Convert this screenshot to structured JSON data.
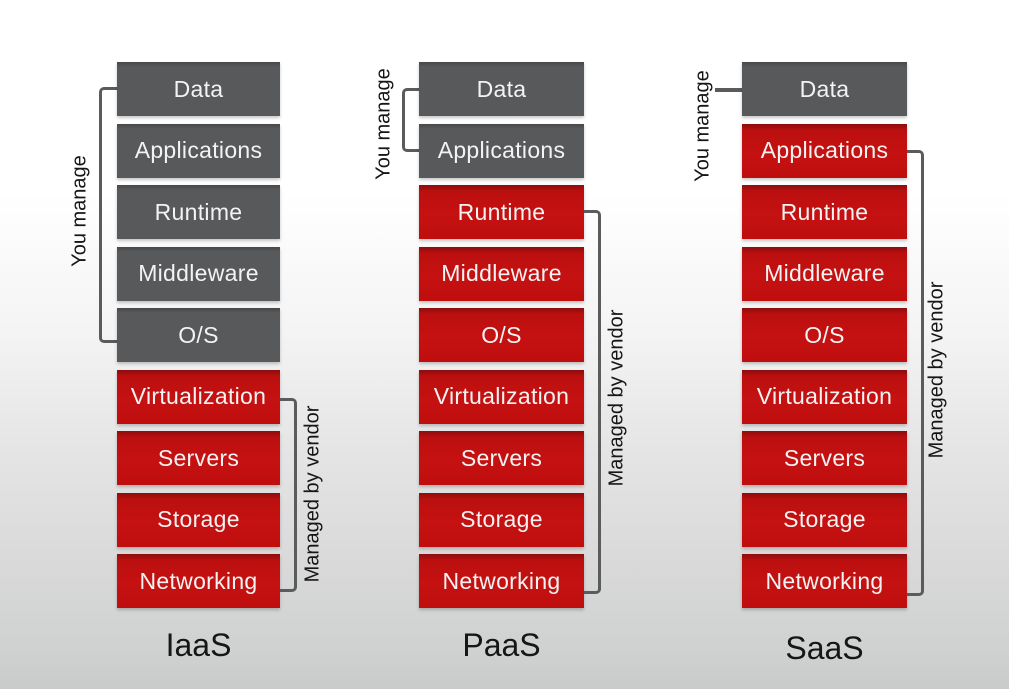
{
  "colors": {
    "gray_box": "#58595b",
    "red_box": "#c51111",
    "box_text": "#f3f3f3",
    "bracket": "#5a5b5d",
    "label_text": "#161616"
  },
  "columns": [
    {
      "label": "IaaS",
      "you_manage_label": "You manage",
      "vendor_label": "Managed by vendor",
      "layers": [
        {
          "label": "Data",
          "managed_by": "you"
        },
        {
          "label": "Applications",
          "managed_by": "you"
        },
        {
          "label": "Runtime",
          "managed_by": "you"
        },
        {
          "label": "Middleware",
          "managed_by": "you"
        },
        {
          "label": "O/S",
          "managed_by": "you"
        },
        {
          "label": "Virtualization",
          "managed_by": "vendor"
        },
        {
          "label": "Servers",
          "managed_by": "vendor"
        },
        {
          "label": "Storage",
          "managed_by": "vendor"
        },
        {
          "label": "Networking",
          "managed_by": "vendor"
        }
      ]
    },
    {
      "label": "PaaS",
      "you_manage_label": "You manage",
      "vendor_label": "Managed by vendor",
      "layers": [
        {
          "label": "Data",
          "managed_by": "you"
        },
        {
          "label": "Applications",
          "managed_by": "you"
        },
        {
          "label": "Runtime",
          "managed_by": "vendor"
        },
        {
          "label": "Middleware",
          "managed_by": "vendor"
        },
        {
          "label": "O/S",
          "managed_by": "vendor"
        },
        {
          "label": "Virtualization",
          "managed_by": "vendor"
        },
        {
          "label": "Servers",
          "managed_by": "vendor"
        },
        {
          "label": "Storage",
          "managed_by": "vendor"
        },
        {
          "label": "Networking",
          "managed_by": "vendor"
        }
      ]
    },
    {
      "label": "SaaS",
      "you_manage_label": "You manage",
      "vendor_label": "Managed by vendor",
      "layers": [
        {
          "label": "Data",
          "managed_by": "you"
        },
        {
          "label": "Applications",
          "managed_by": "vendor"
        },
        {
          "label": "Runtime",
          "managed_by": "vendor"
        },
        {
          "label": "Middleware",
          "managed_by": "vendor"
        },
        {
          "label": "O/S",
          "managed_by": "vendor"
        },
        {
          "label": "Virtualization",
          "managed_by": "vendor"
        },
        {
          "label": "Servers",
          "managed_by": "vendor"
        },
        {
          "label": "Storage",
          "managed_by": "vendor"
        },
        {
          "label": "Networking",
          "managed_by": "vendor"
        }
      ]
    }
  ]
}
